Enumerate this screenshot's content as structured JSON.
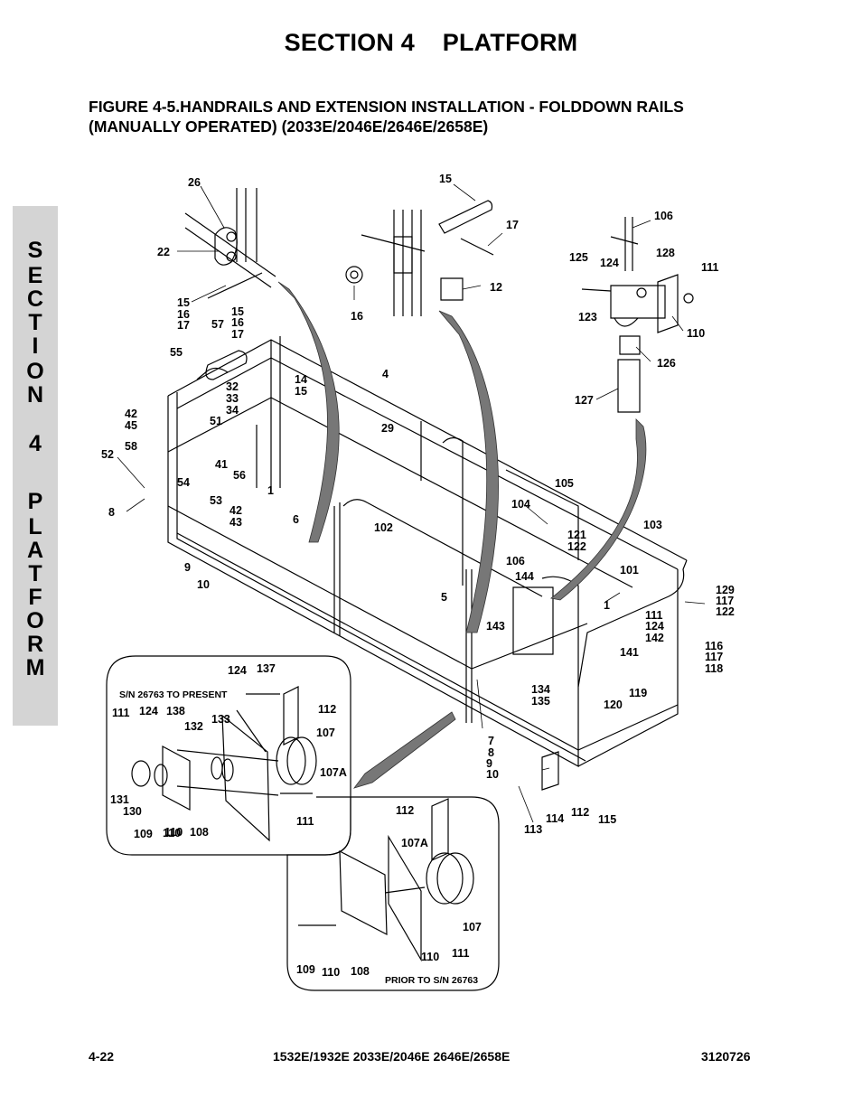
{
  "header": {
    "section_title": "SECTION 4    PLATFORM",
    "figure_title_line1": "FIGURE 4-5.HANDRAILS AND EXTENSION INSTALLATION - FOLDDOWN RAILS",
    "figure_title_line2": "(MANUALLY OPERATED) (2033E/2046E/2646E/2658E)"
  },
  "side_tab": {
    "letters": [
      "S",
      "E",
      "C",
      "T",
      "I",
      "O",
      "N",
      "",
      "4",
      "",
      "P",
      "L",
      "A",
      "T",
      "F",
      "O",
      "R",
      "M"
    ]
  },
  "diagram": {
    "insets": {
      "current_caption": "S/N 26763 TO PRESENT",
      "prior_caption": "PRIOR TO S/N 26763"
    },
    "callouts": [
      "26",
      "22",
      "15",
      "17",
      "16",
      "12",
      "106",
      "125",
      "124",
      "128",
      "111",
      "123",
      "110",
      "126",
      "127",
      "15",
      "16",
      "17",
      "57",
      "15",
      "16",
      "17",
      "55",
      "4",
      "14",
      "15",
      "32",
      "33",
      "34",
      "42",
      "45",
      "51",
      "29",
      "58",
      "52",
      "41",
      "56",
      "54",
      "1",
      "53",
      "42",
      "43",
      "8",
      "6",
      "102",
      "105",
      "104",
      "121",
      "122",
      "103",
      "9",
      "10",
      "106",
      "144",
      "101",
      "5",
      "1",
      "129",
      "117",
      "122",
      "111",
      "124",
      "142",
      "143",
      "116",
      "117",
      "118",
      "141",
      "134",
      "135",
      "119",
      "120",
      "124",
      "137",
      "112",
      "111",
      "124",
      "138",
      "132",
      "133",
      "107",
      "7",
      "8",
      "9",
      "10",
      "107A",
      "131",
      "130",
      "110",
      "111",
      "109",
      "110",
      "108",
      "113",
      "114",
      "112",
      "115",
      "112",
      "107A",
      "107",
      "110",
      "111",
      "109",
      "110",
      "108"
    ]
  },
  "footer": {
    "page": "4-22",
    "models": "1532E/1932E 2033E/2046E 2646E/2658E",
    "doc_number": "3120726"
  }
}
